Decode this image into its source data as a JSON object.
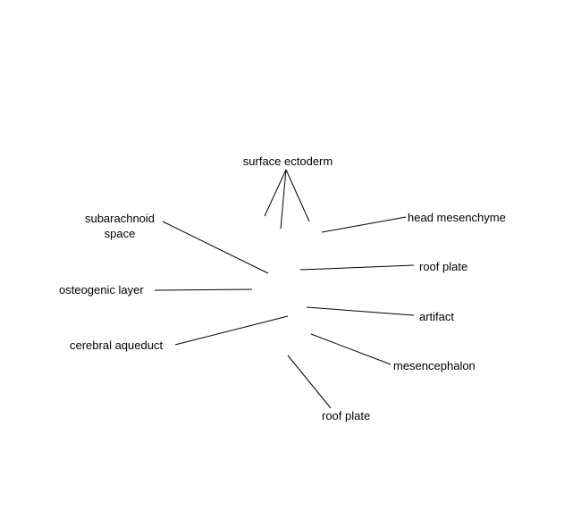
{
  "labels": {
    "surface_ectoderm": "surface ectoderm",
    "subarachnoid_space_line1": "subarachnoid",
    "subarachnoid_space_line2": "space",
    "head_mesenchyme": "head mesenchyme",
    "roof_plate_upper": "roof plate",
    "osteogenic_layer": "osteogenic layer",
    "artifact": "artifact",
    "cerebral_aqueduct": "cerebral aqueduct",
    "mesencephalon": "mesencephalon",
    "roof_plate_lower": "roof plate"
  },
  "colors": {
    "background": "#ffffff",
    "line": "#000000",
    "text": "#000000"
  }
}
